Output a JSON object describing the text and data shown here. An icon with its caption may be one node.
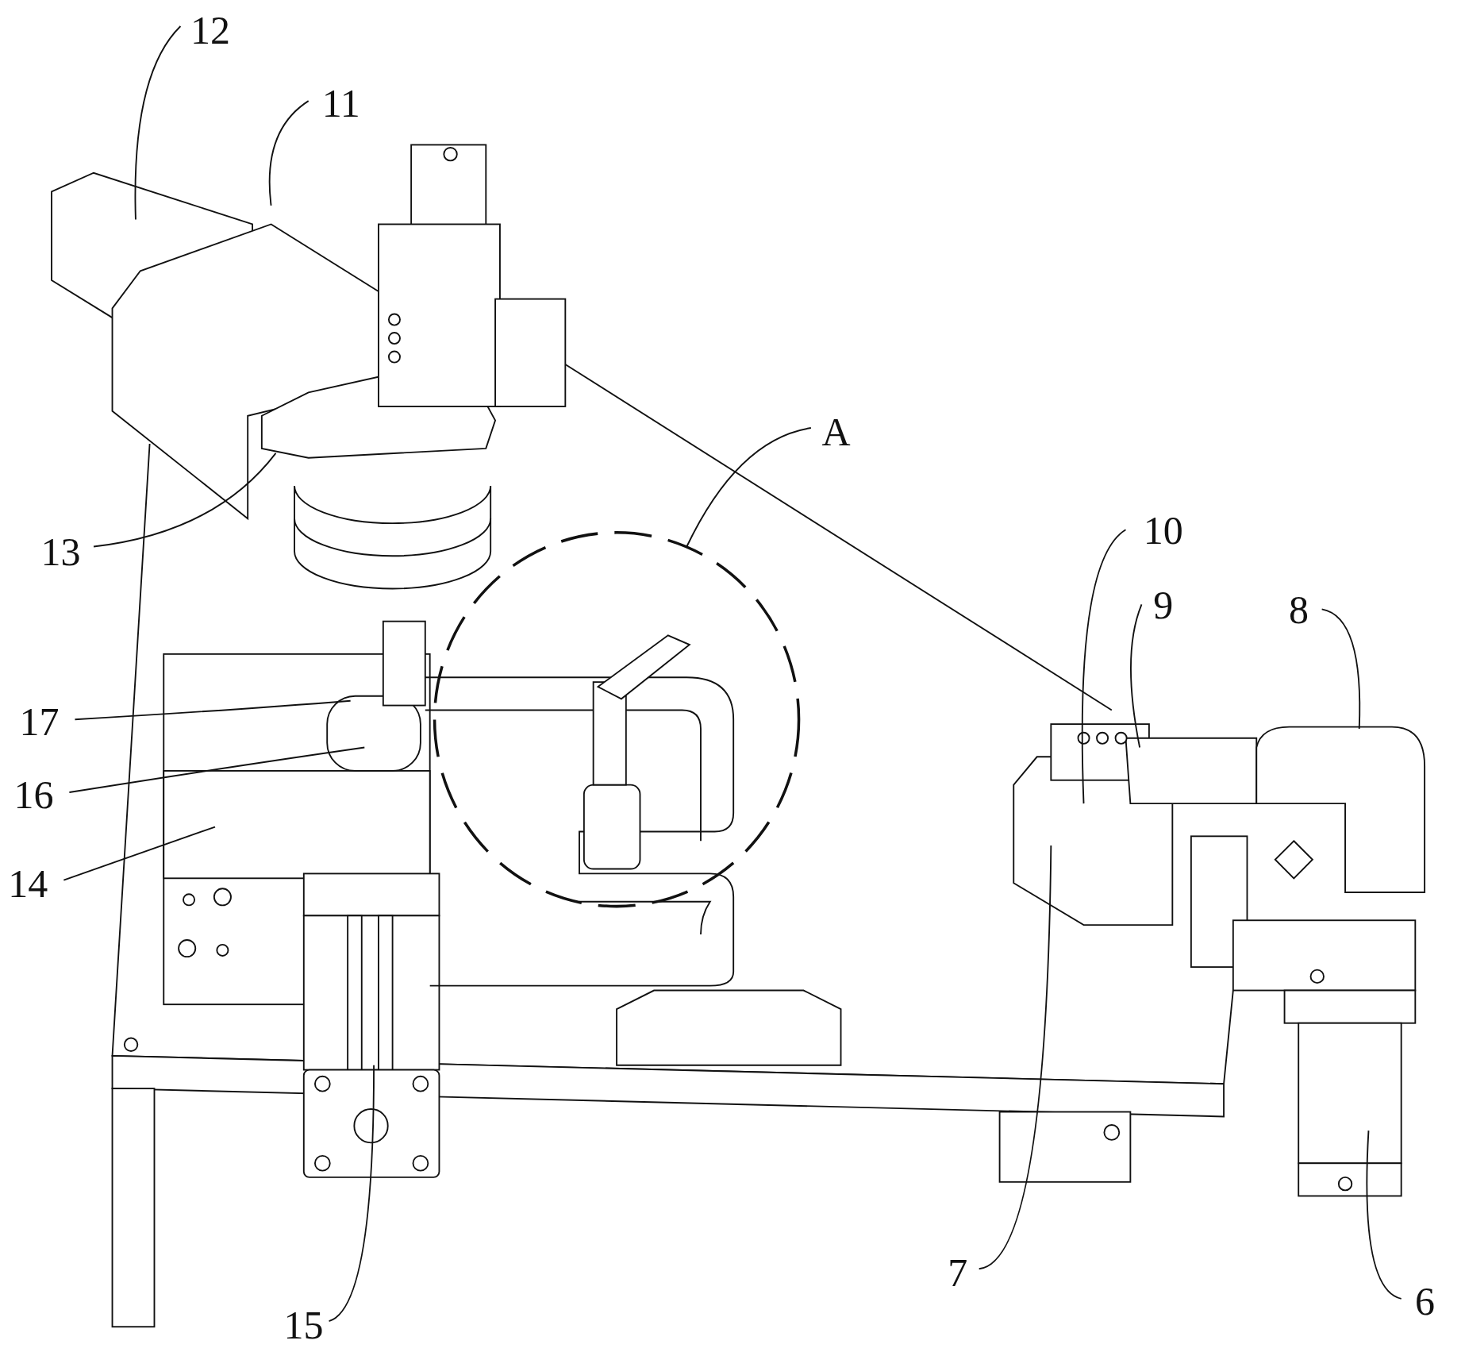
{
  "diagram": {
    "nodes": [
      {
        "text": [
          "12"
        ]
      },
      {
        "text": [
          "11"
        ]
      },
      {
        "text": [
          "A"
        ]
      },
      {
        "text": [
          "10"
        ]
      },
      {
        "text": [
          "13"
        ]
      },
      {
        "text": [
          "9"
        ]
      },
      {
        "text": [
          "8"
        ]
      },
      {
        "text": [
          "17"
        ]
      },
      {
        "text": [
          "16"
        ]
      },
      {
        "text": [
          "14"
        ]
      },
      {
        "text": [
          "7"
        ]
      },
      {
        "text": [
          "6"
        ]
      },
      {
        "text": [
          "15"
        ]
      }
    ],
    "edges": [
      {
        "from": 0,
        "to": null,
        "arrow": "none"
      },
      {
        "from": 1,
        "to": null,
        "arrow": "none"
      },
      {
        "from": 2,
        "to": null,
        "arrow": "none"
      },
      {
        "from": 3,
        "to": null,
        "arrow": "none"
      },
      {
        "from": 4,
        "to": null,
        "arrow": "none"
      },
      {
        "from": 5,
        "to": null,
        "arrow": "none"
      },
      {
        "from": 6,
        "to": null,
        "arrow": "none"
      },
      {
        "from": 7,
        "to": null,
        "arrow": "none"
      },
      {
        "from": 8,
        "to": null,
        "arrow": "none"
      },
      {
        "from": 9,
        "to": null,
        "arrow": "none"
      },
      {
        "from": 10,
        "to": null,
        "arrow": "none"
      },
      {
        "from": 11,
        "to": null,
        "arrow": "none"
      },
      {
        "from": 12,
        "to": null,
        "arrow": "none"
      }
    ]
  }
}
